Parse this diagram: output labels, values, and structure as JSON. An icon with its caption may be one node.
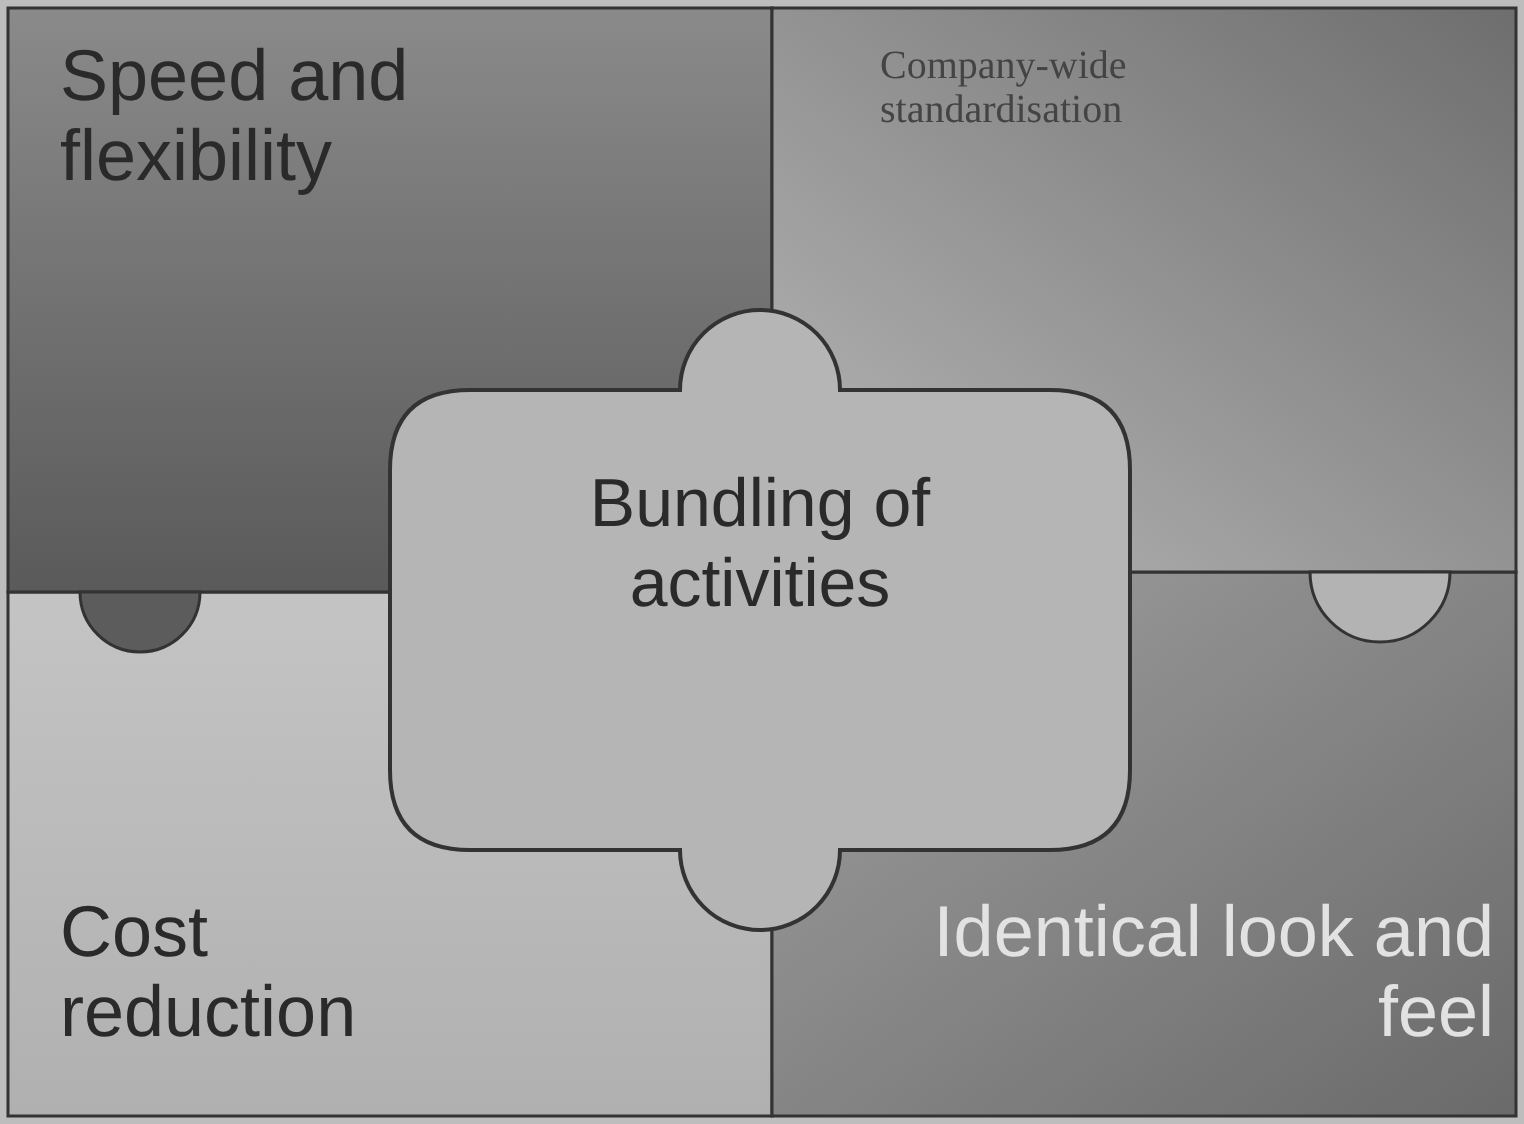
{
  "diagram": {
    "nodes": [
      {
        "text": [
          "Speed and flexibility"
        ]
      },
      {
        "text": [
          "Company-wide standardisation"
        ]
      },
      {
        "text": [
          "Bundling of activities"
        ]
      },
      {
        "text": [
          "Cost reduction"
        ]
      },
      {
        "text": [
          "Identical look and feel"
        ]
      }
    ]
  }
}
